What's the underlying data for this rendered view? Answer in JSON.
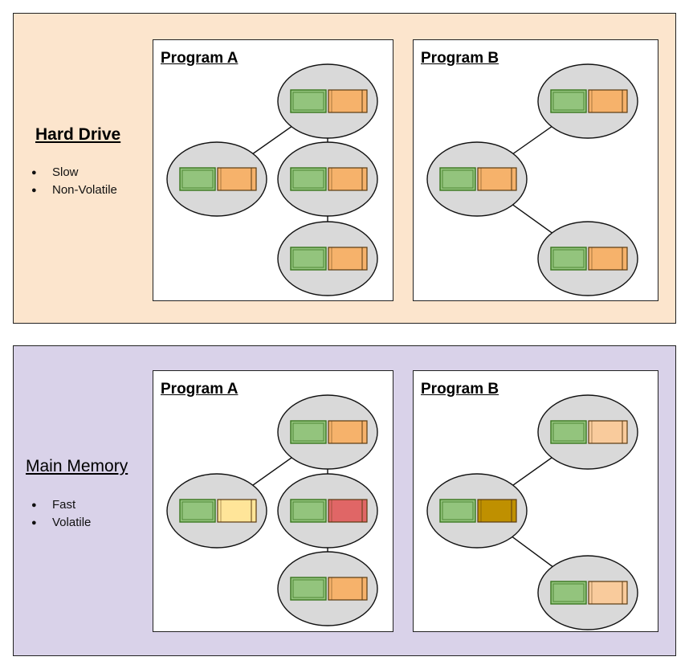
{
  "hard_drive": {
    "title": "Hard Drive",
    "bullets": [
      "Slow",
      "Non-Volatile"
    ],
    "background": "#fce5cd",
    "programs": {
      "a": {
        "label": "Program A",
        "node_right_colors": [
          "#f6b26b",
          "#f6b26b",
          "#f6b26b",
          "#f6b26b"
        ]
      },
      "b": {
        "label": "Program B",
        "node_right_colors": [
          "#f6b26b",
          "#f6b26b",
          "#f6b26b"
        ]
      }
    }
  },
  "main_memory": {
    "title": "Main Memory",
    "bullets": [
      "Fast",
      "Volatile"
    ],
    "background": "#d9d2e9",
    "programs": {
      "a": {
        "label": "Program A",
        "node_right_colors": [
          "#f6b26b",
          "#ffe599",
          "#e06666",
          "#f6b26b"
        ]
      },
      "b": {
        "label": "Program B",
        "node_right_colors": [
          "#f9cb9c",
          "#bf9000",
          "#f9cb9c"
        ]
      }
    }
  },
  "colors": {
    "node_fill": "#d9d9d9",
    "node_left_block": "#93c47d",
    "node_left_border": "#38761d"
  }
}
